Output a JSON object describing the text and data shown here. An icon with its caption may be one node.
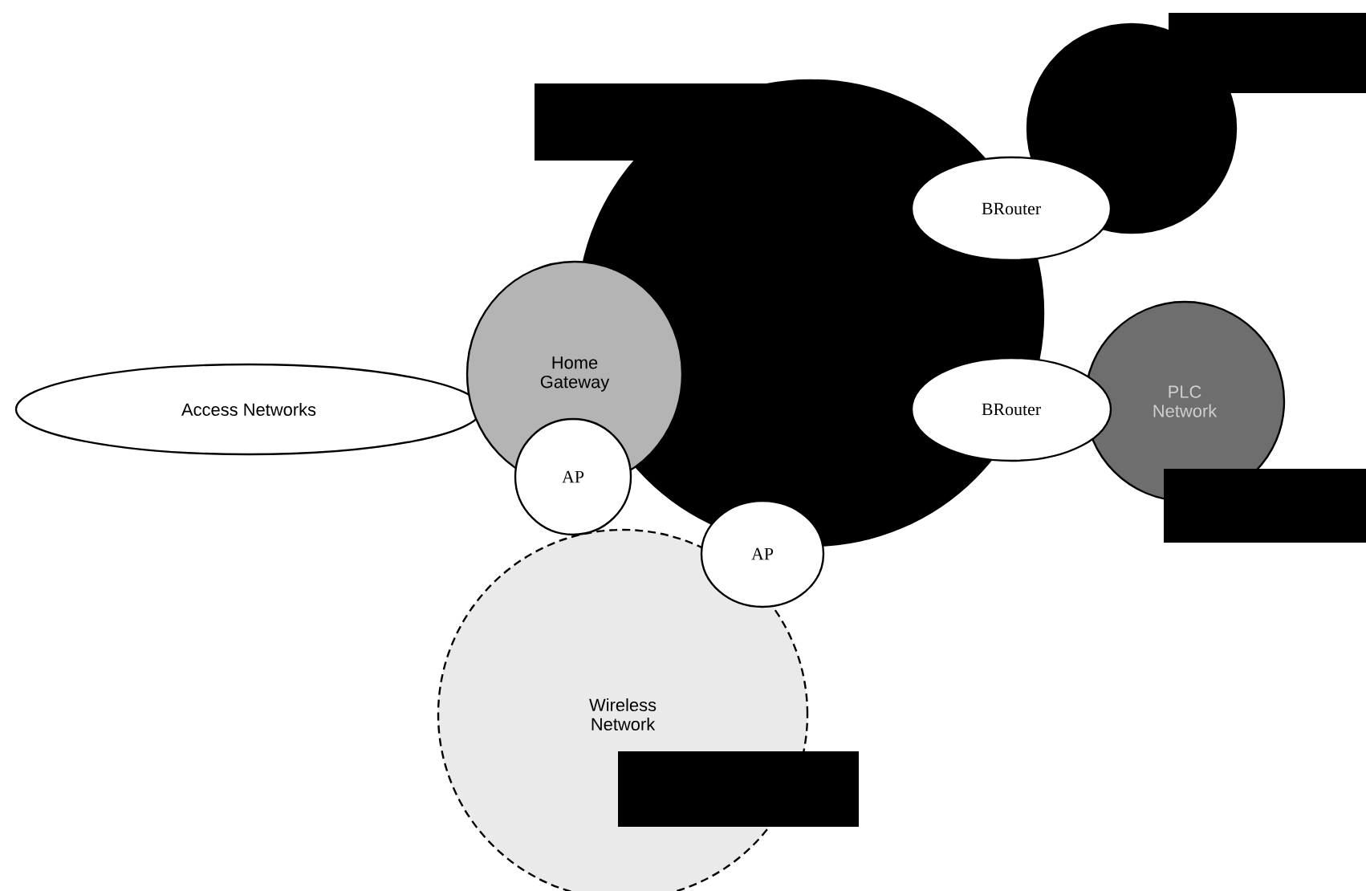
{
  "diagram": {
    "nodes": [
      {
        "text": [],
        "shape": "circle"
      },
      {
        "text": [],
        "shape": "circle"
      },
      {
        "text": [
          "BRouter"
        ]
      },
      {
        "text": [
          "Home Gateway"
        ]
      },
      {
        "text": [
          "Access Networks"
        ]
      },
      {
        "text": [
          "BRouter"
        ]
      },
      {
        "text": [
          "PLC Network"
        ]
      },
      {
        "text": [
          "AP"
        ]
      },
      {
        "text": [
          "AP"
        ]
      },
      {
        "text": [
          "Wireless Network"
        ]
      }
    ]
  }
}
